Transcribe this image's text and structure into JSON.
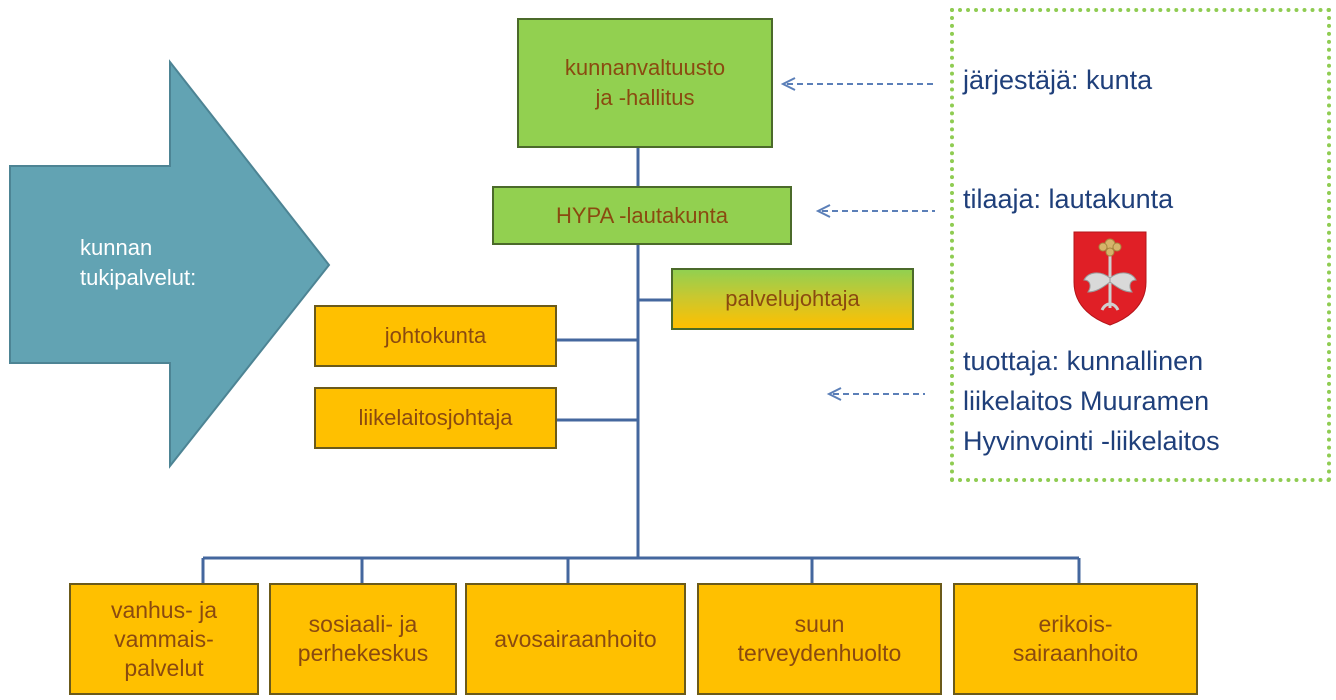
{
  "support": {
    "label": "kunnan\ntukipalvelut:"
  },
  "hierarchy": {
    "council": "kunnanvaltuusto\nja -hallitus",
    "board": "HYPA -lautakunta",
    "director": "palvelujohtaja",
    "management": "johtokunta",
    "enterprise_director": "liikelaitosjohtaja"
  },
  "units": [
    {
      "label": "vanhus- ja\nvammais-\npalvelut"
    },
    {
      "label": "sosiaali- ja\nperhekeskus"
    },
    {
      "label": "avosairaanhoito"
    },
    {
      "label": "suun\nterveydenhuolto"
    },
    {
      "label": "erikois-\nsairaanhoito"
    }
  ],
  "roles": {
    "organizer": "järjestäjä: kunta",
    "orderer": "tilaaja: lautakunta",
    "producer_line1": "tuottaja: kunnallinen",
    "producer_line2": "liikelaitos Muuramen",
    "producer_line3": "Hyvinvointi -liikelaitos"
  },
  "colors": {
    "green_box": "#92d050",
    "orange_box": "#ffc000",
    "arrow_fill": "#62a3b3",
    "connector": "#44679e",
    "dotted_border": "#8fcc52",
    "role_text": "#1f3f7a"
  },
  "icons": {
    "emblem": "coat-of-arms-icon",
    "big_arrow": "right-arrow-shape"
  }
}
